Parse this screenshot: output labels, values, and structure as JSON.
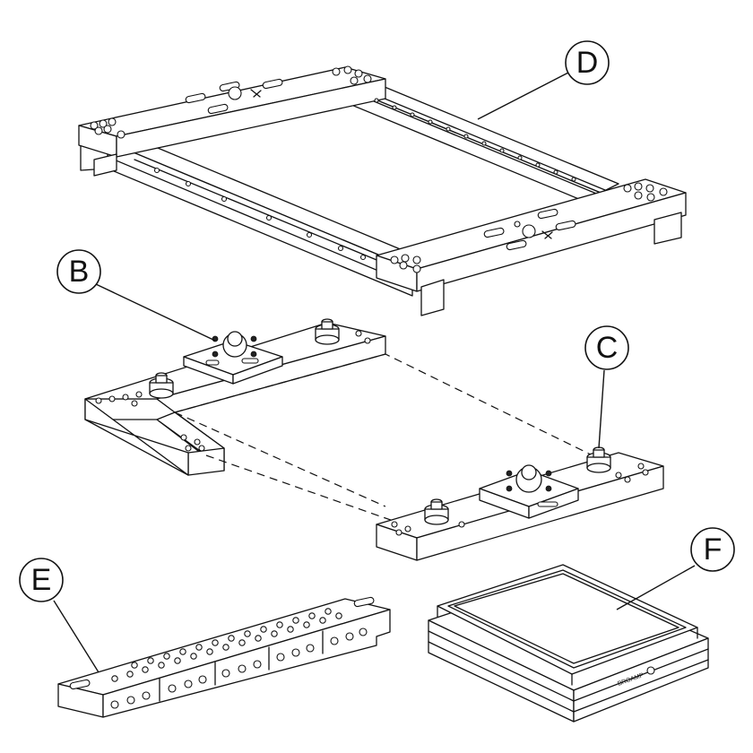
{
  "callouts": {
    "B": "B",
    "C": "C",
    "D": "D",
    "E": "E",
    "F": "F"
  },
  "components": [
    {
      "callout": "D",
      "icon": "pallet-frame-icon"
    },
    {
      "callout": "B",
      "icon": "l-rail-with-clamp-icon"
    },
    {
      "callout": "C",
      "icon": "rail-with-clamp-icon"
    },
    {
      "callout": "E",
      "icon": "modular-clamp-bar-icon"
    },
    {
      "callout": "F",
      "icon": "stacked-tray-icon"
    }
  ]
}
